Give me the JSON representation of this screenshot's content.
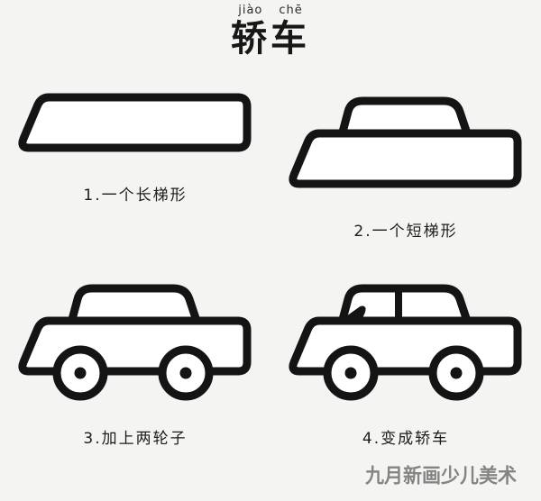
{
  "page": {
    "background_color": "#f4f4f3",
    "ink_color": "#141414"
  },
  "title": {
    "pinyin_syllable_1": "jiào",
    "pinyin_syllable_2": "chē",
    "hanzi": "轿车"
  },
  "steps": [
    {
      "number": "1",
      "caption": "1.一个长梯形",
      "art_name": "long-trapezoid-body",
      "description": "long trapezoid"
    },
    {
      "number": "2",
      "caption": "2.一个短梯形",
      "art_name": "short-trapezoid-cabin",
      "description": "short trapezoid cabin on body"
    },
    {
      "number": "3",
      "caption": "3.加上两轮子",
      "art_name": "car-with-wheels",
      "description": "add two wheels"
    },
    {
      "number": "4",
      "caption": "4.变成轿车",
      "art_name": "finished-car",
      "description": "becomes a sedan"
    }
  ],
  "watermark": {
    "text": "九月新画少儿美术"
  }
}
